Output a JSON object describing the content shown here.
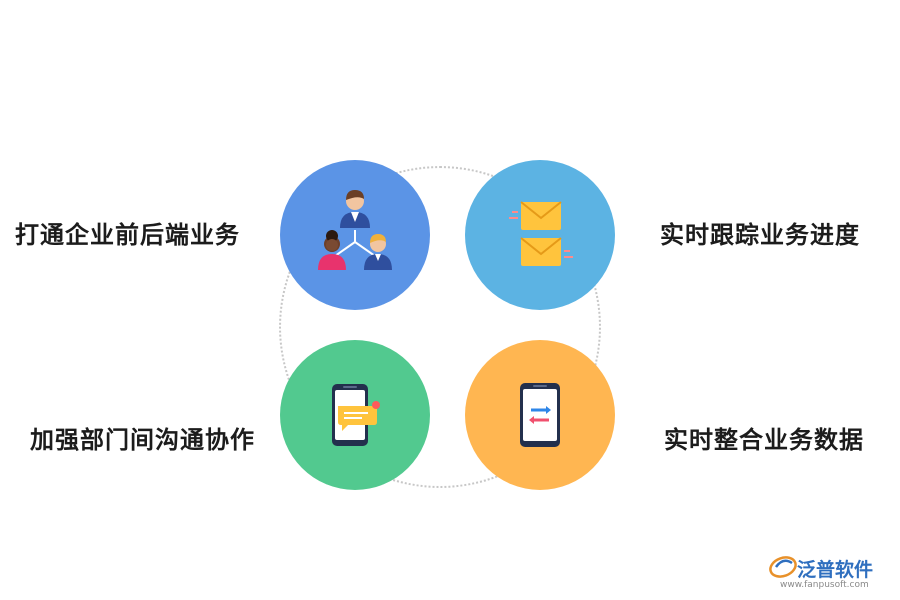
{
  "colors": {
    "team_circle": "#5b94e6",
    "tracking_circle": "#5cb3e3",
    "communication_circle": "#52c98f",
    "integration_circle": "#ffb651",
    "ring": "#c7c7c7",
    "label_text": "#1c1c1c"
  },
  "items": [
    {
      "label": "打通企业前后端业务",
      "icon": "team-hierarchy-icon"
    },
    {
      "label": "实时跟踪业务进度",
      "icon": "envelopes-icon"
    },
    {
      "label": "加强部门间沟通协作",
      "icon": "phone-message-icon"
    },
    {
      "label": "实时整合业务数据",
      "icon": "phone-sync-icon"
    }
  ],
  "brand": {
    "name": "泛普软件",
    "url": "www.fanpusoft.com"
  }
}
